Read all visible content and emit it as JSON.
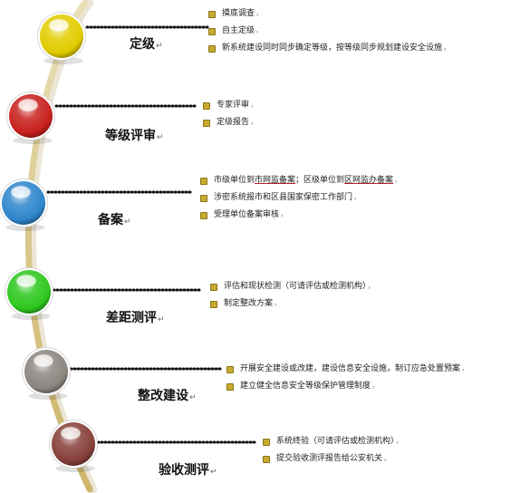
{
  "stages": [
    {
      "title": "定级",
      "color": "#e2cc00",
      "items": [
        {
          "text": "摸底调查"
        },
        {
          "text": "自主定级"
        },
        {
          "text": "新系统建设同时同步确定等级，按等级同步规划建设安全设施"
        }
      ]
    },
    {
      "title": "等级评审",
      "color": "#c8211d",
      "items": [
        {
          "text": "专家评审"
        },
        {
          "text": "定级报告"
        }
      ]
    },
    {
      "title": "备案",
      "color": "#2f86cc",
      "items": [
        {
          "parts": [
            "市级单位到",
            "市网监备案",
            "；区级单位到",
            "区网监办备案"
          ]
        },
        {
          "text": "涉密系统报市和区县国家保密工作部门"
        },
        {
          "text": "受理单位备案审核"
        }
      ]
    },
    {
      "title": "差距测评",
      "color": "#2ec81e",
      "items": [
        {
          "text": "评估和现状检测（可请评估或检测机构）"
        },
        {
          "text": "制定整改方案"
        }
      ]
    },
    {
      "title": "整改建设",
      "color": "#8c8680",
      "items": [
        {
          "text": "开展安全建设或改建，建设信息安全设施，制订应急处置预案"
        },
        {
          "text": "建立健全信息安全等级保护管理制度"
        }
      ]
    },
    {
      "title": "验收测评",
      "color": "#87403a",
      "items": [
        {
          "text": "系统终验（可请评估或检测机构）"
        },
        {
          "text": "提交验收测评报告给公安机关"
        }
      ]
    }
  ],
  "pilcrow": "↵",
  "end_mark": "，"
}
